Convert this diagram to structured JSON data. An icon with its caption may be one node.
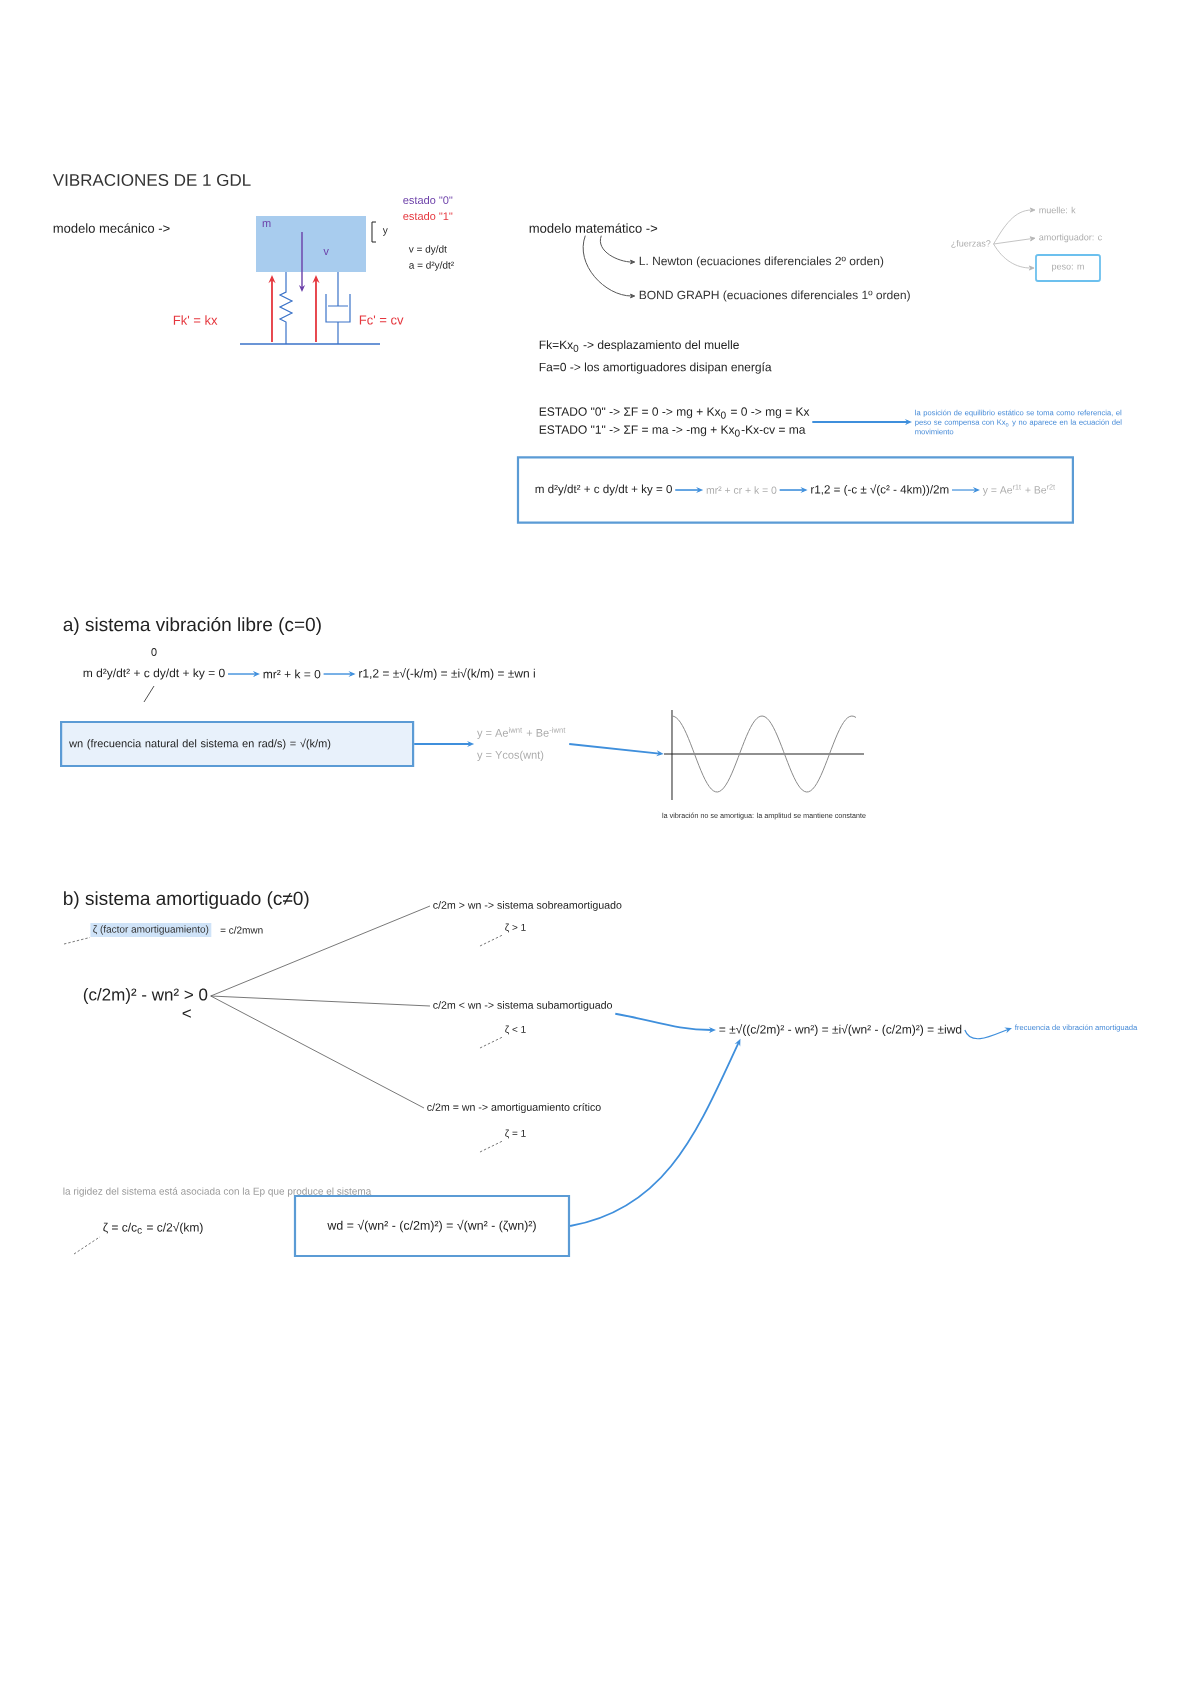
{
  "diagram": {
    "title": "VIBRACIONES DE 1 GDL",
    "nodes": [
      {
        "text": [
          "m",
          "v"
        ]
      },
      {
        "text": [
          "modelo matemático ->"
        ]
      },
      {
        "text": [
          "L. Newton (ecuaciones diferenciales 2º orden)"
        ]
      },
      {
        "text": [
          "BOND GRAPH (ecuaciones diferenciales 1º orden)"
        ]
      },
      {
        "text": [
          "¿fuerzas?"
        ]
      },
      {
        "text": [
          "muelle: k"
        ]
      },
      {
        "text": [
          "amortiguador: c"
        ]
      },
      {
        "text": [
          "peso: m"
        ]
      },
      {
        "text": [
          "ESTADO \"0\" -> ΣF = 0 -> mg + Kx$_{0}$ = 0 -> mg = Kx",
          "ESTADO \"1\" -> ΣF = ma -> -mg + Kx$_{0}$-Kx-cv = ma"
        ]
      },
      {
        "text": [
          "la posición de equilibrio estático se toma como referencia, el peso se compensa con Kx$_{0}$ y no aparece en la ecuación del movimiento"
        ]
      },
      {
        "text": [],
        "shape": "box"
      },
      {
        "text": [
          "m d²y/dt² + c dy/dt + ky = 0"
        ],
        "in": 10
      },
      {
        "text": [
          "mr² + cr + k = 0"
        ],
        "in": 10
      },
      {
        "text": [
          "r1,2 = (-c ± √(c² - 4km))/2m"
        ],
        "in": 10
      },
      {
        "text": [
          "y = Ae$^{r1t}$ + Be$^{r2t}$"
        ],
        "in": 10
      },
      {
        "text": [
          "m d²y/dt² + c dy/dt + ky = 0"
        ],
        "beside": [
          "0"
        ]
      },
      {
        "text": [
          "mr² + k = 0"
        ]
      },
      {
        "text": [
          "r1,2 = ±√(-k/m) = ±i√(k/m) = ±wn i"
        ]
      },
      {
        "text": [
          "wn (frecuencia natural del sistema en rad/s) = √(k/m)"
        ]
      },
      {
        "text": [
          "y = Ae$^{iwnt}$ + Be$^{-iwnt}$",
          "y = Ycos(wnt)"
        ]
      },
      {
        "text": [],
        "shape": "picture",
        "beside": [
          "la vibración no se amortigua: la amplitud se mantiene constante"
        ]
      },
      {
        "text": [
          "ζ (factor amortiguamiento)"
        ],
        "beside": [
          "= c/2mwn"
        ]
      },
      {
        "text": [
          "(c/2m)² - wn² > 0",
          "<"
        ]
      },
      {
        "text": [
          "c/2m > wn -> sistema sobreamortiguado"
        ]
      },
      {
        "text": [
          "ζ > 1"
        ]
      },
      {
        "text": [
          "c/2m < wn -> sistema subamortiguado"
        ]
      },
      {
        "text": [
          "ζ < 1"
        ]
      },
      {
        "text": [
          "c/2m = wn -> amortiguamiento crítico"
        ]
      },
      {
        "text": [
          "ζ = 1"
        ]
      },
      {
        "text": [
          "= ±√((c/2m)² - wn²) = ±i√(wn² - (c/2m)²) = ±iwd"
        ]
      },
      {
        "text": [
          "frecuencia de vibración amortiguada"
        ]
      },
      {
        "text": [
          "ζ = c/c$_{c}$ = c/2√(km)"
        ]
      },
      {
        "text": [
          "wd = √(wn² - (c/2m)²) = √(wn² - (ζwn)²)"
        ]
      }
    ],
    "edges": [
      {
        "from": 1,
        "to": 2,
        "arrow": "to",
        "color": "#555555"
      },
      {
        "from": 1,
        "to": 3,
        "arrow": "to",
        "color": "#555555"
      },
      {
        "from": 4,
        "to": 5,
        "arrow": "to",
        "color": "#b5b5b5"
      },
      {
        "from": 4,
        "to": 6,
        "arrow": "to",
        "color": "#b5b5b5"
      },
      {
        "from": 4,
        "to": 7,
        "arrow": "to",
        "color": "#b5b5b5"
      },
      {
        "from": 8,
        "to": 9,
        "arrow": "to"
      },
      {
        "from": 11,
        "to": 12,
        "arrow": "to"
      },
      {
        "from": 12,
        "to": 13,
        "arrow": "to"
      },
      {
        "from": 13,
        "to": 14,
        "arrow": "to"
      },
      {
        "from": 15,
        "to": 16,
        "arrow": "to"
      },
      {
        "from": 16,
        "to": 17,
        "arrow": "to"
      },
      {
        "from": 18,
        "to": 19,
        "arrow": "to"
      },
      {
        "from": 19,
        "to": 20,
        "arrow": "to"
      },
      {
        "from": null,
        "to": 21,
        "arrow": "none",
        "style": "dashed",
        "color": "#555555"
      },
      {
        "from": 22,
        "to": 23,
        "arrow": "none",
        "color": "#555555"
      },
      {
        "from": 22,
        "to": 25,
        "arrow": "none",
        "color": "#555555"
      },
      {
        "from": 22,
        "to": 27,
        "arrow": "none",
        "color": "#555555"
      },
      {
        "from": null,
        "to": 24,
        "arrow": "none",
        "style": "dashed",
        "color": "#555555"
      },
      {
        "from": null,
        "to": 26,
        "arrow": "none",
        "style": "dashed",
        "color": "#555555"
      },
      {
        "from": null,
        "to": 28,
        "arrow": "none",
        "style": "dashed",
        "color": "#555555"
      },
      {
        "from": 25,
        "to": 29,
        "arrow": "to"
      },
      {
        "from": 29,
        "to": 30,
        "arrow": "to"
      },
      {
        "from": 32,
        "to": 29,
        "arrow": "to"
      },
      {
        "from": null,
        "to": 31,
        "arrow": "none",
        "style": "dashed",
        "color": "#555555"
      }
    ],
    "labels": [
      "modelo mecánico ->",
      "estado \"0\"",
      "estado \"1\"",
      "y",
      "v = dy/dt",
      "a = d²y/dt²",
      "Fk' = kx",
      "Fc' = cv",
      "Fk=Kx$_{0}$ -> desplazamiento del muelle",
      "Fa=0 -> los amortiguadores disipan energía",
      "a) sistema vibración libre (c=0)",
      "b) sistema amortiguado (c≠0)",
      "la rigidez del sistema está asociada con la Ep que produce el sistema"
    ]
  }
}
